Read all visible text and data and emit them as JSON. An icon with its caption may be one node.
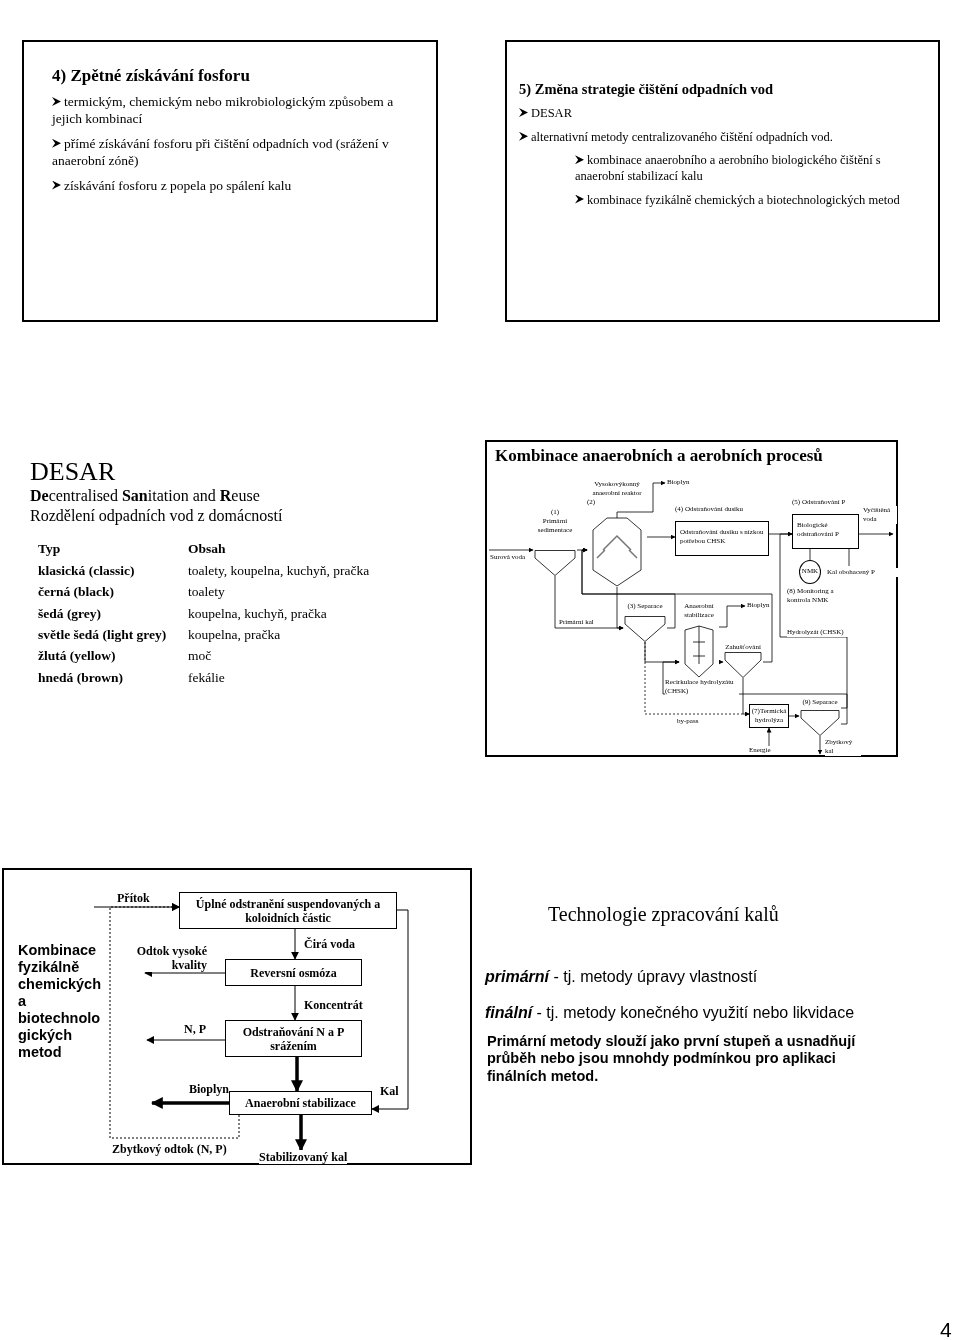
{
  "diagram": {
    "nodes": [
      {
        "text": [
          "4) Zpětné získávání fosforu",
          "termickým, chemickým nebo mikrobiologickým způsobem a jejich kombinací",
          "přímé získávání fosforu při čištění odpadních vod (srážení v anaerobní zóně)",
          "získávání fosforu z popela po spálení kalu"
        ]
      },
      {
        "text": [
          "5) Změna strategie čištění odpadních vod",
          "DESAR",
          "alternativní metody centralizovaného čištění odpadních vod.",
          "kombinace anaerobního a aerobního biologického čištění s anaerobní stabilizací kalu",
          "kombinace fyzikálně chemických a biotechnologických metod"
        ]
      },
      {
        "text": [
          "Kombinace anaerobních a aerobních procesů"
        ]
      },
      {
        "text": [
          "(1)",
          "Primární sedimentace"
        ],
        "in": 2
      },
      {
        "text": [
          "Vysokovýkonný anaerobní reaktor",
          "(2)"
        ],
        "in": 2
      },
      {
        "text": [
          "(4) Odstraňování dusíku",
          "Odstraňování dusíku s nízkou potřebou CHSK"
        ],
        "in": 2
      },
      {
        "text": [
          "(5) Odstraňování P",
          "Biologické odstraňování P"
        ],
        "in": 2
      },
      {
        "text": [
          "NMK"
        ],
        "beside": [
          "(8) Monitoring a kontrola NMK"
        ],
        "in": 2
      },
      {
        "text": [
          "(3) Separace"
        ],
        "in": 2
      },
      {
        "text": [
          "Anaerobní stabilizace"
        ],
        "in": 2
      },
      {
        "text": [
          "Zahušťování"
        ],
        "in": 2
      },
      {
        "text": [
          "(7)Termická hydrolýza"
        ],
        "in": 2
      },
      {
        "text": [
          "(9) Separace"
        ],
        "in": 2
      },
      {
        "text": [
          "Kombinace fyzikálně chemických a biotechnologických metod"
        ]
      },
      {
        "text": [
          "Úplné odstranění suspendovaných a koloidních částic"
        ],
        "in": 13
      },
      {
        "text": [
          "Reversní osmóza"
        ],
        "in": 13
      },
      {
        "text": [
          "Odstraňování N a P srážením"
        ],
        "in": 13
      },
      {
        "text": [
          "Anaerobní stabilizace"
        ],
        "in": 13
      }
    ],
    "edges": [
      {
        "from": null,
        "to": 3,
        "arrow": "to",
        "label": "Surová voda"
      },
      {
        "from": 3,
        "to": 4,
        "arrow": "to"
      },
      {
        "from": 4,
        "to": null,
        "arrow": "to",
        "label": "Bioplyn"
      },
      {
        "from": 4,
        "to": 5,
        "arrow": "to"
      },
      {
        "from": 5,
        "to": 6,
        "arrow": "to"
      },
      {
        "from": 6,
        "to": null,
        "arrow": "to",
        "label": "Vyčištěná voda"
      },
      {
        "from": 6,
        "to": null,
        "arrow": "none",
        "label": "Kal obohacený P"
      },
      {
        "from": 6,
        "to": 7,
        "arrow": "none"
      },
      {
        "from": 3,
        "to": 8,
        "arrow": "to",
        "label": "Primární kal"
      },
      {
        "from": 4,
        "to": 8,
        "arrow": "to"
      },
      {
        "from": 8,
        "to": 4,
        "arrow": "to"
      },
      {
        "from": 10,
        "to": 4,
        "arrow": "to"
      },
      {
        "from": 8,
        "to": 9,
        "arrow": "to"
      },
      {
        "from": 9,
        "to": null,
        "arrow": "to",
        "label": "Bioplyn"
      },
      {
        "from": 9,
        "to": 10,
        "arrow": "to"
      },
      {
        "from": 10,
        "to": 11,
        "arrow": "to"
      },
      {
        "from": 8,
        "to": 11,
        "arrow": "to",
        "label": "by-pass",
        "style": "dashed"
      },
      {
        "from": null,
        "to": 11,
        "arrow": "to",
        "label": "Energie"
      },
      {
        "from": 11,
        "to": 12,
        "arrow": "to"
      },
      {
        "from": 12,
        "to": null,
        "arrow": "to",
        "label": "Zbytkový kal"
      },
      {
        "from": 12,
        "to": 6,
        "arrow": "to",
        "label": "Hydrolyzát (CHSK)"
      },
      {
        "from": 12,
        "to": 9,
        "arrow": "to",
        "label": "Recirkulace hydrolyzátu (CHSK)"
      },
      {
        "from": null,
        "to": 14,
        "arrow": "to",
        "label": "Přítok"
      },
      {
        "from": 14,
        "to": 15,
        "arrow": "to",
        "label": "Čirá voda"
      },
      {
        "from": 15,
        "to": null,
        "arrow": "to",
        "label": "Odtok vysoké kvality"
      },
      {
        "from": 15,
        "to": 16,
        "arrow": "to",
        "label": "Koncentrát"
      },
      {
        "from": 16,
        "to": null,
        "arrow": "to",
        "label": "N, P"
      },
      {
        "from": 16,
        "to": 17,
        "arrow": "to",
        "style": "thick"
      },
      {
        "from": 17,
        "to": null,
        "arrow": "to",
        "label": "Bioplyn",
        "style": "thick"
      },
      {
        "from": 14,
        "to": 17,
        "arrow": "to",
        "label": "Kal"
      },
      {
        "from": 17,
        "to": null,
        "arrow": "to",
        "label": "Stabilizovaný kal",
        "style": "thick"
      },
      {
        "from": 17,
        "to": 14,
        "arrow": "to",
        "label": "Zbytkový odtok (N, P)",
        "style": "dashed"
      }
    ],
    "labels": [
      "DESAR",
      "**De**centralised **San**itation and **R**euse",
      "Rozdělení odpadních vod z domácností",
      "Typ",
      "Obsah",
      "klasická (classic)",
      "toalety, koupelna, kuchyň, pračka",
      "černá (black)",
      "toalety",
      "šedá (grey)",
      "koupelna, kuchyň, pračka",
      "světle šedá (light grey)",
      "koupelna, pračka",
      "žlutá (yellow)",
      "moč",
      "hnedá (brown)",
      "fekálie",
      "Technologie zpracování kalů",
      "*primární* - tj. metody úpravy vlastností",
      "*finální* - tj. metody konečného využití nebo likvidace",
      "Primární metody slouží jako první stupeň a usnadňují průběh nebo jsou mnohdy podmínkou pro aplikaci finálních metod.",
      "4"
    ]
  }
}
